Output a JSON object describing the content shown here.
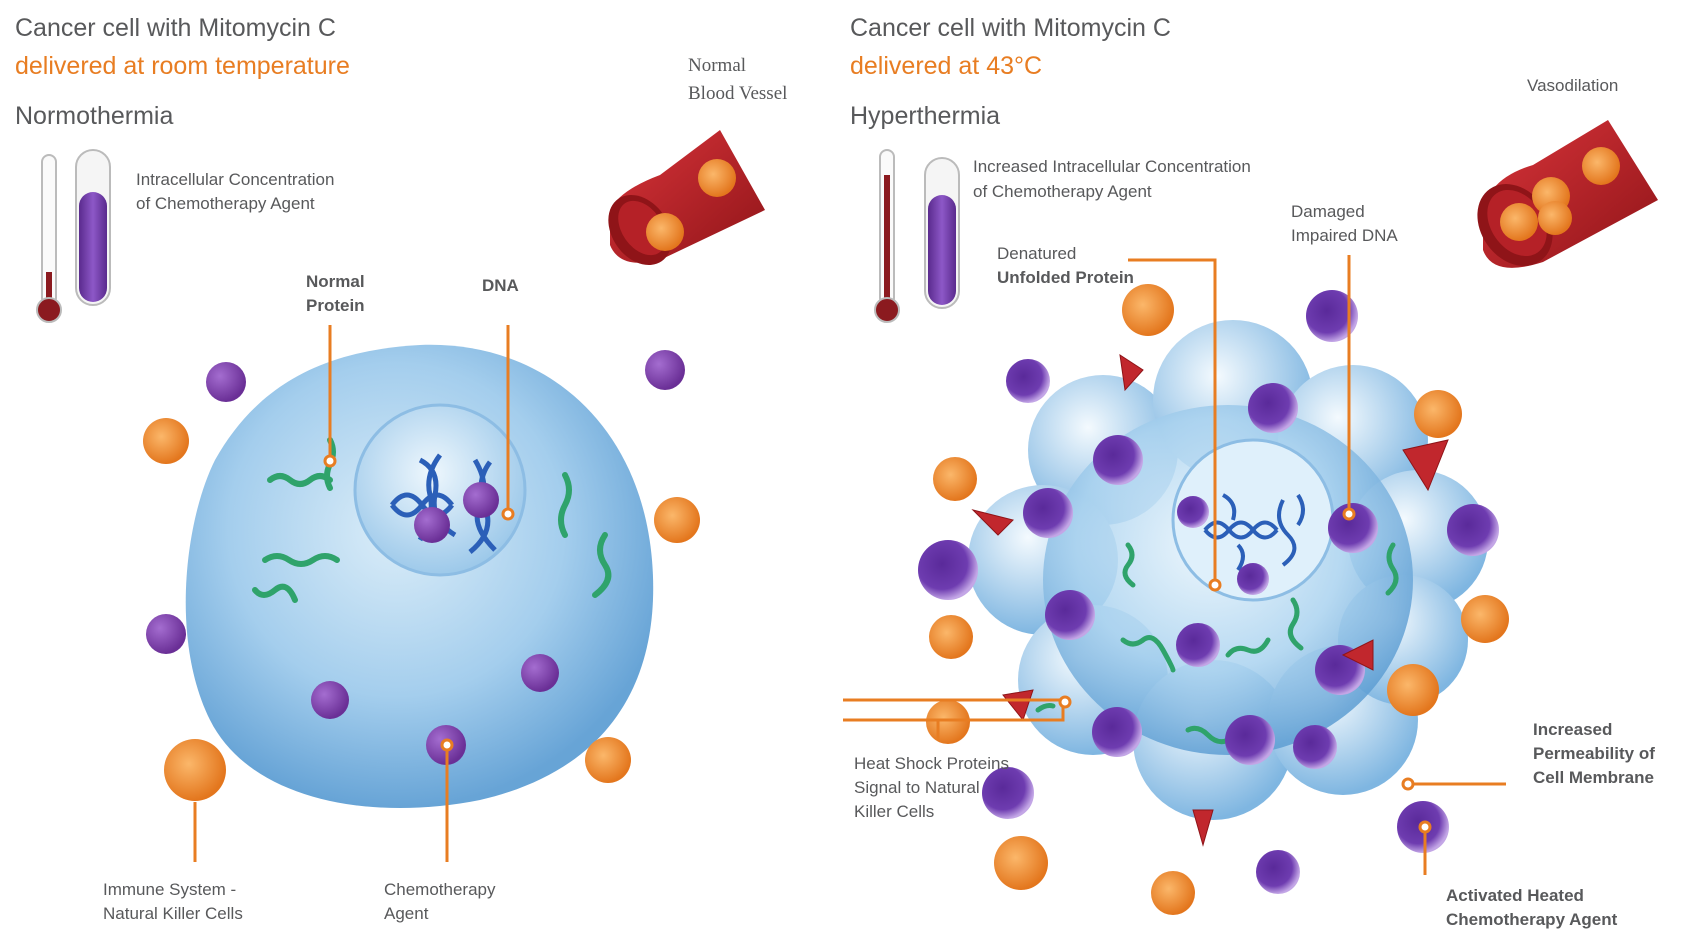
{
  "left": {
    "title": "Cancer cell with Mitomycin C",
    "subtitle": "delivered at room temperature",
    "state": "Normothermia",
    "concentration_line1": "Intracellular Concentration",
    "concentration_line2": "of Chemotherapy Agent",
    "vessel_line1": "Normal",
    "vessel_line2": "Blood Vessel",
    "protein_line1": "Normal",
    "protein_line2": "Protein",
    "dna": "DNA",
    "immune_line1": "Immune System -",
    "immune_line2": "Natural Killer Cells",
    "chemo_line1": "Chemotherapy",
    "chemo_line2": "Agent"
  },
  "right": {
    "title": "Cancer cell with Mitomycin C",
    "subtitle": "delivered at 43°C",
    "state": "Hyperthermia",
    "concentration_line1": "Increased Intracellular Concentration",
    "concentration_line2": "of Chemotherapy Agent",
    "vasodilation": "Vasodilation",
    "damaged_line1": "Damaged",
    "damaged_line2": "Impaired DNA",
    "denatured_line1": "Denatured",
    "denatured_line2": "Unfolded Protein",
    "heat_shock_line1": "Heat Shock Proteins",
    "heat_shock_line2": "Signal to Natural",
    "heat_shock_line3": "Killer Cells",
    "permeability_line1": "Increased",
    "permeability_line2": "Permeability of",
    "permeability_line3": "Cell Membrane",
    "activated_line1": "Activated Heated",
    "activated_line2": "Chemotherapy Agent"
  },
  "colors": {
    "accent_orange": "#e87d22",
    "title_gray": "#58595b",
    "cell_blue": "#8fc3e8",
    "chemo_purple": "#7b3fa8",
    "vessel_red": "#c1272d",
    "protein_green": "#2fa36b",
    "dna_blue": "#2b5fb8"
  },
  "icons": [
    "thermometer-icon",
    "test-tube-icon",
    "blood-vessel-icon",
    "nk-cell-icon",
    "chemo-molecule-icon",
    "dna-helix-icon",
    "protein-icon",
    "heat-shock-protein-icon"
  ]
}
